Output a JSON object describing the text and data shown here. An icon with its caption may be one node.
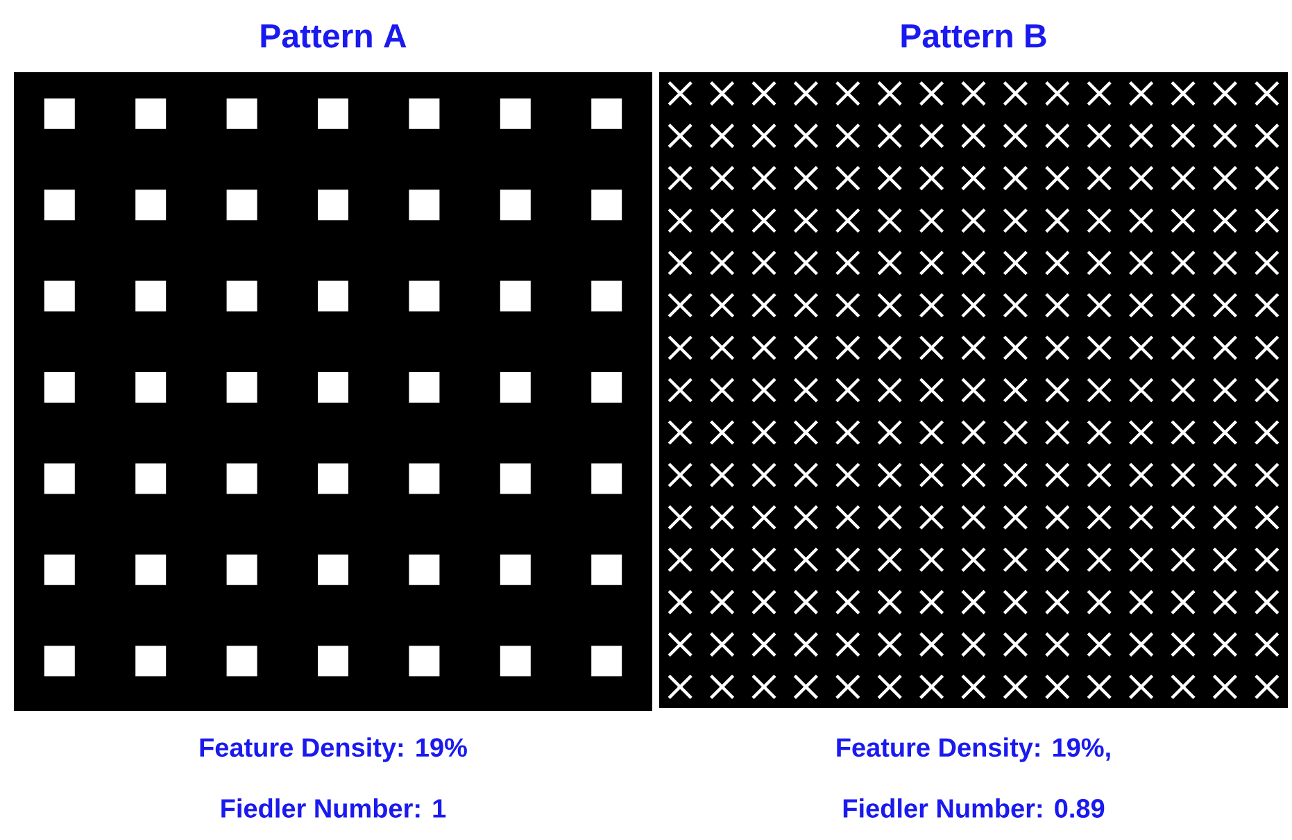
{
  "diagram": {
    "nodes": [
      {
        "text": [
          "Pattern A"
        ],
        "beside": [
          "Feature Density: 19%",
          "Fiedler Number: 1"
        ]
      },
      {
        "text": [
          "Pattern B"
        ],
        "beside": [
          "Feature Density: 19%,",
          "Fiedler Number: 0.89"
        ]
      }
    ]
  }
}
